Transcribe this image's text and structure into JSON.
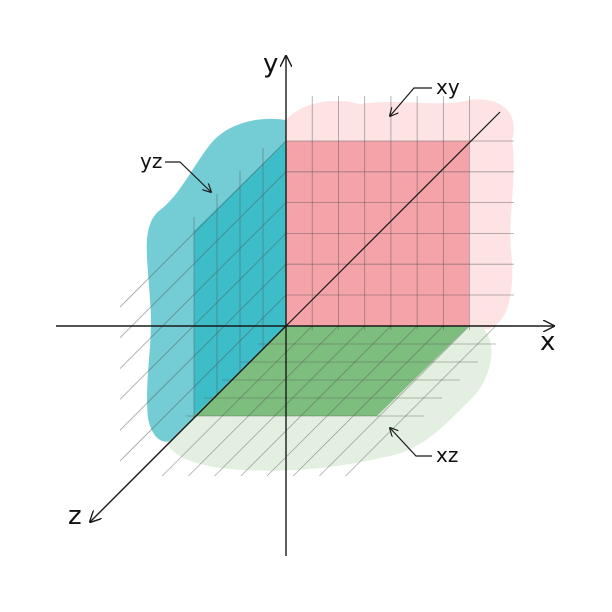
{
  "axes": {
    "x_label": "x",
    "y_label": "y",
    "z_label": "z"
  },
  "planes": {
    "xy_label": "xy",
    "yz_label": "yz",
    "xz_label": "xz"
  },
  "colors": {
    "xy_plane": "#f4a3a8",
    "xy_wash": "#fde3e3",
    "yz_plane": "#3cbdc8",
    "yz_wash": "#74ccd4",
    "xz_plane": "#7dbd7e",
    "xz_wash": "#e3f0e1",
    "axis": "#1a1a1a",
    "grid": "#555555"
  }
}
